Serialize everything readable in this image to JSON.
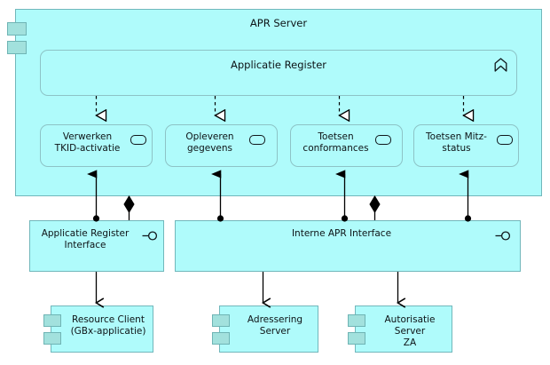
{
  "diagram": {
    "title": "APR Server",
    "notation": "ArchiMate",
    "colors": {
      "element_fill": "#affbfb",
      "element_border": "#71b7bb",
      "component_tab_fill": "#a2e1dd",
      "component_tab_border": "#6fb4b4",
      "connector": "#000000",
      "text": "#0d1316",
      "background": "#ffffff"
    }
  },
  "apr_server": {
    "label": "APR Server",
    "type": "application-component",
    "icon": "component-icon"
  },
  "applicatie_register": {
    "label": "Applicatie Register",
    "type": "application-function",
    "icon": "application-function-icon"
  },
  "services": [
    {
      "id": "verwerken",
      "label": "Verwerken\nTKID-activatie",
      "icon": "application-service-icon"
    },
    {
      "id": "opleveren",
      "label": "Opleveren\ngegevens",
      "icon": "application-service-icon"
    },
    {
      "id": "toetsen_conf",
      "label": "Toetsen\nconformances",
      "icon": "application-service-icon"
    },
    {
      "id": "toetsen_mitz",
      "label": "Toetsen Mitz-\nstatus",
      "icon": "application-service-icon"
    }
  ],
  "interfaces": [
    {
      "id": "applicatie_register_interface",
      "label": "Applicatie Register\nInterface",
      "icon": "application-interface-icon"
    },
    {
      "id": "interne_apr_interface",
      "label": "Interne APR Interface",
      "icon": "application-interface-icon"
    }
  ],
  "components": [
    {
      "id": "resource_client",
      "label": "Resource Client\n(GBx-applicatie)",
      "icon": "component-icon"
    },
    {
      "id": "adressering",
      "label": "Adressering\nServer",
      "icon": "component-icon"
    },
    {
      "id": "autorisatie",
      "label": "Autorisatie Server\nZA",
      "icon": "component-icon"
    }
  ]
}
